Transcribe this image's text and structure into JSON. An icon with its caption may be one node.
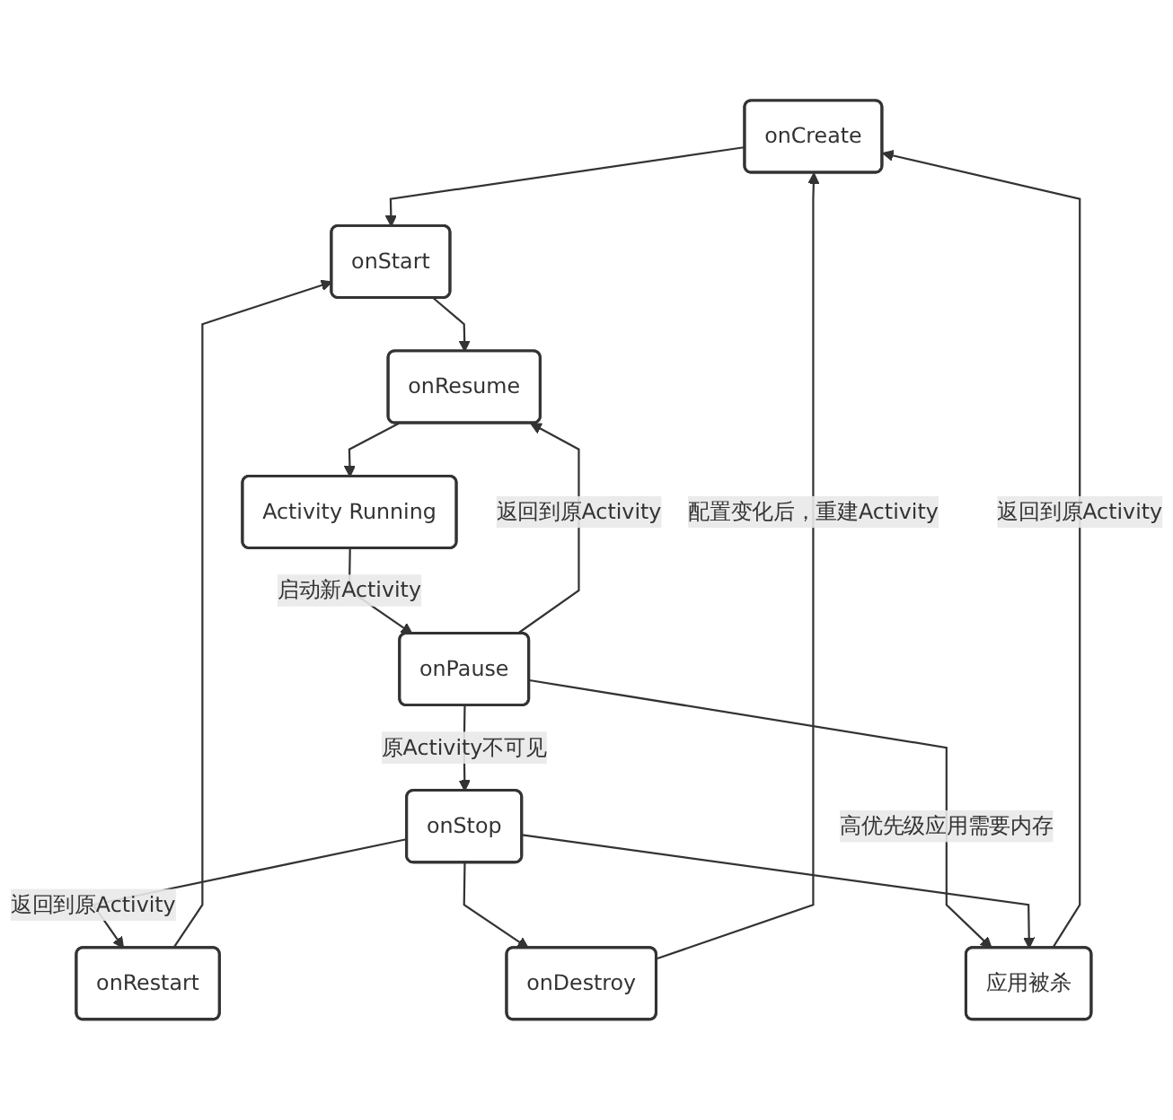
{
  "diagram": {
    "nodes": [
      {
        "text": [
          "onCreate"
        ]
      },
      {
        "text": [
          "onStart"
        ]
      },
      {
        "text": [
          "onRestart"
        ]
      },
      {
        "text": [
          "onResume"
        ]
      },
      {
        "text": [
          "应用被杀"
        ]
      },
      {
        "text": [
          "Activity Running"
        ]
      },
      {
        "text": [
          "onPause"
        ]
      },
      {
        "text": [
          "onStop"
        ]
      },
      {
        "text": [
          "onDestroy"
        ]
      }
    ],
    "edges": [
      {
        "from": 0,
        "to": 1,
        "arrow": "to"
      },
      {
        "from": 2,
        "to": 1,
        "arrow": "to"
      },
      {
        "from": 1,
        "to": 3,
        "arrow": "to"
      },
      {
        "from": 3,
        "to": 5,
        "arrow": "to"
      },
      {
        "from": 5,
        "to": 6,
        "label": "启动新Activity",
        "arrow": "to"
      },
      {
        "from": 6,
        "to": 3,
        "label": "返回到原Activity",
        "arrow": "to"
      },
      {
        "from": 6,
        "to": 7,
        "label": "原Activity不可见",
        "arrow": "to"
      },
      {
        "from": 7,
        "to": 2,
        "label": "返回到原Activity",
        "arrow": "to"
      },
      {
        "from": 7,
        "to": 8,
        "arrow": "to"
      },
      {
        "from": 8,
        "to": 0,
        "label": "配置变化后，重建Activity",
        "arrow": "to"
      },
      {
        "from": 6,
        "to": 4,
        "label": "高优先级应用需要内存",
        "arrow": "to"
      },
      {
        "from": 7,
        "to": 4,
        "arrow": "to"
      },
      {
        "from": 4,
        "to": 0,
        "label": "返回到原Activity",
        "arrow": "to"
      }
    ]
  }
}
